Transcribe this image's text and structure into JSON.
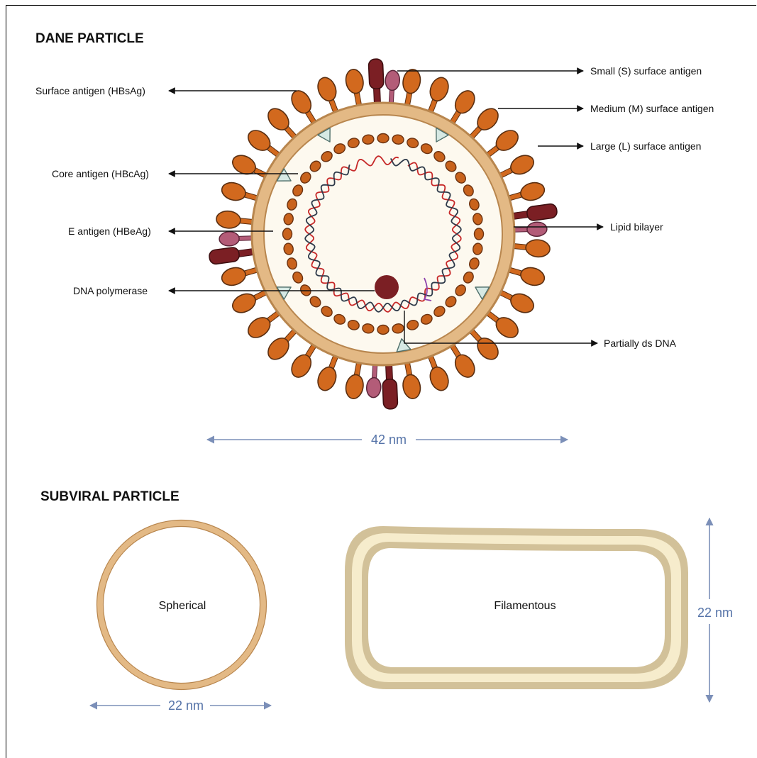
{
  "dane": {
    "title": "DANE PARTICLE",
    "labels": {
      "surface_antigen": "Surface antigen (HBsAg)",
      "core_antigen": "Core antigen (HBcAg)",
      "e_antigen": "E antigen (HBeAg)",
      "dna_polymerase": "DNA polymerase",
      "small_antigen": "Small (S) surface antigen",
      "medium_antigen": "Medium (M) surface antigen",
      "large_antigen": "Large (L) surface antigen",
      "lipid_bilayer": "Lipid bilayer",
      "partial_dna": "Partially ds DNA"
    },
    "size": "42 nm"
  },
  "subviral": {
    "title": "SUBVIRAL PARTICLE",
    "spherical_label": "Spherical",
    "spherical_size": "22 nm",
    "filamentous_label": "Filamentous",
    "filamentous_size": "22 nm"
  },
  "colors": {
    "spike_orange": "#d2691e",
    "spike_outline": "#5a2e10",
    "large_spike": "#7b1f24",
    "small_spike": "#b35c78",
    "membrane_ring": "#e3b985",
    "membrane_outline": "#b8864e",
    "inner_fill": "#fdf9ef",
    "capsid_bead": "#c8621c",
    "e_antigen_fill": "#d6e9e4",
    "dna_red": "#c62828",
    "dna_dark": "#2e3a4a",
    "polymerase": "#7b1f24",
    "dimension_arrow": "#7b8fb8",
    "filament_outer": "#d2c199",
    "filament_inner": "#f6eccc"
  }
}
